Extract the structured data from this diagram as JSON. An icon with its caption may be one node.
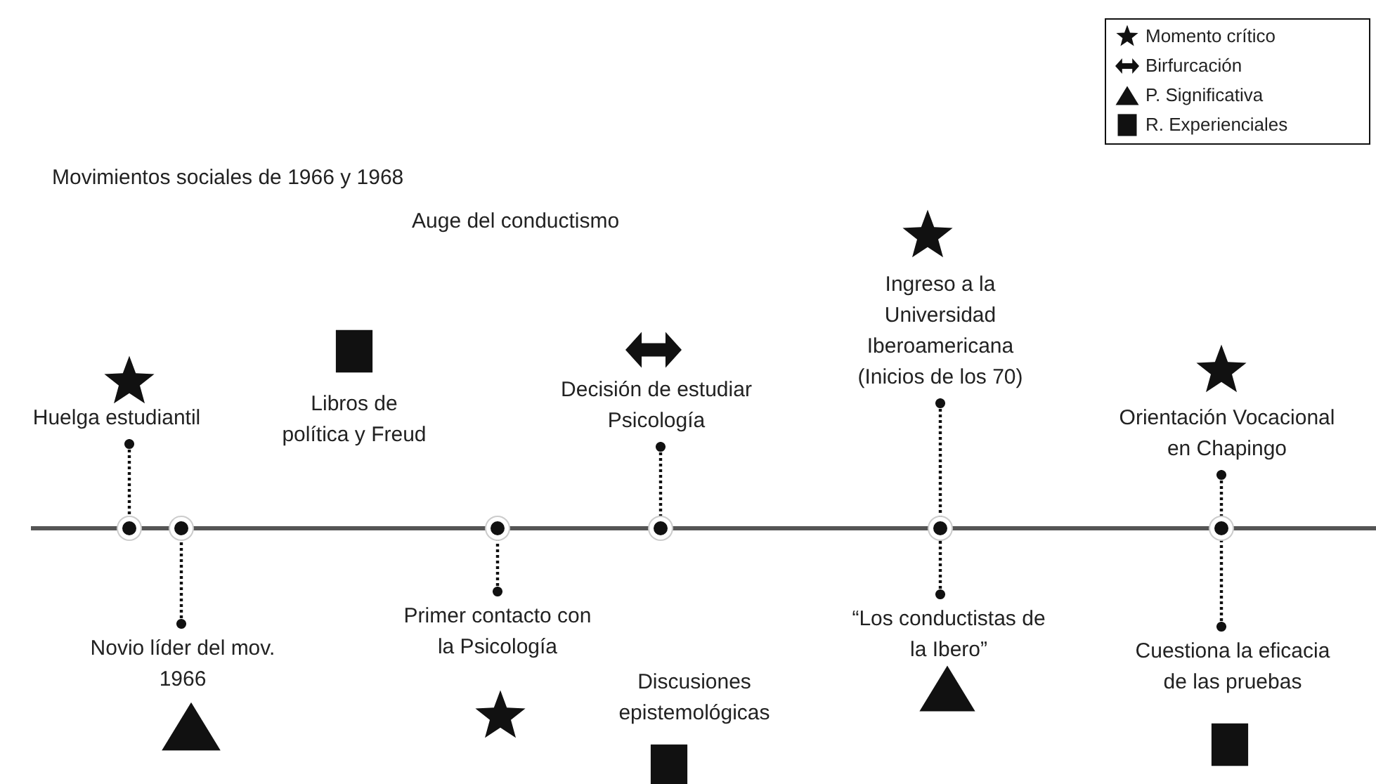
{
  "diagram": {
    "nodes": [
      {
        "text": [
          "Huelga estudiantil"
        ]
      },
      {
        "text": [
          "Novio líder del mov. 1966"
        ]
      },
      {
        "text": [
          "Primer contacto con la Psicología"
        ]
      },
      {
        "text": [
          "Decisión de estudiar Psicología"
        ]
      },
      {
        "text": [
          "Ingreso a la Universidad Iberoamericana (Inicios de los 70)"
        ]
      },
      {
        "text": [
          "“Los conductistas de la Ibero”"
        ]
      },
      {
        "text": [
          "Orientación Vocacional en Chapingo"
        ]
      },
      {
        "text": [
          "Cuestiona la eficacia de las pruebas"
        ]
      },
      {
        "text": [],
        "shape": "circle"
      },
      {
        "text": [],
        "shape": "circle"
      },
      {
        "text": [],
        "shape": "circle"
      },
      {
        "text": [],
        "shape": "circle"
      },
      {
        "text": [],
        "shape": "circle"
      },
      {
        "text": [],
        "shape": "circle"
      }
    ],
    "edges": [
      {
        "from": 0,
        "to": 8,
        "arrow": "other",
        "style": "dashed"
      },
      {
        "from": 1,
        "to": 9,
        "arrow": "other",
        "style": "dashed"
      },
      {
        "from": 2,
        "to": 10,
        "arrow": "other",
        "style": "dashed"
      },
      {
        "from": 3,
        "to": 11,
        "arrow": "other",
        "style": "dashed"
      },
      {
        "from": 4,
        "to": 12,
        "arrow": "other",
        "style": "dashed"
      },
      {
        "from": 5,
        "to": 12,
        "arrow": "other",
        "style": "dashed"
      },
      {
        "from": 6,
        "to": 13,
        "arrow": "other",
        "style": "dashed"
      },
      {
        "from": 7,
        "to": 13,
        "arrow": "other",
        "style": "dashed"
      }
    ],
    "labels": [
      "Movimientos sociales de 1966 y 1968",
      "Auge del conductismo",
      "Libros de política y Freud",
      "Discusiones epistemológicas"
    ],
    "legend": [
      {
        "text": "Momento crítico"
      },
      {
        "text": "Birfurcación"
      },
      {
        "text": "P. Significativa"
      },
      {
        "text": "R. Experienciales"
      }
    ]
  }
}
